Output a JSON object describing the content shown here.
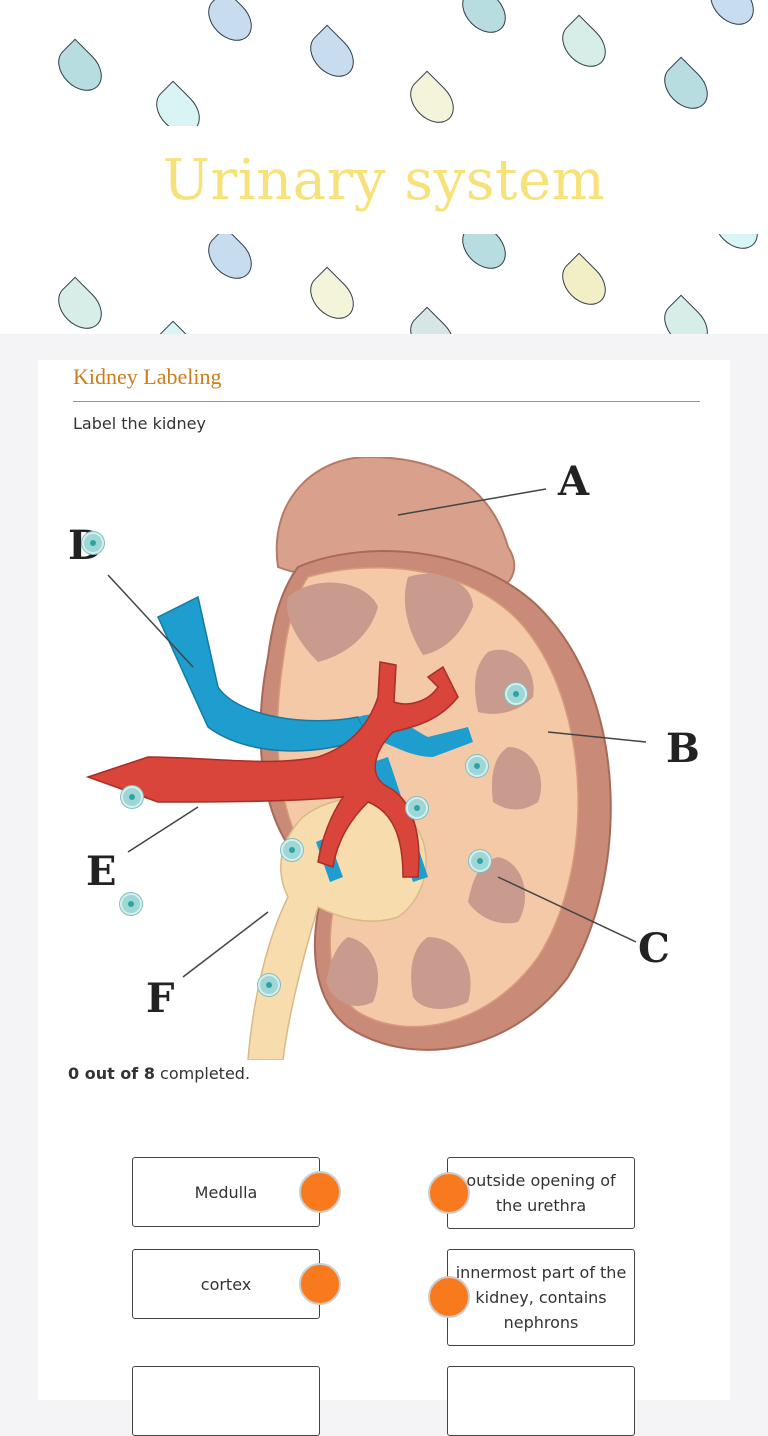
{
  "banner": {
    "title": "Urinary system"
  },
  "activity": {
    "heading": "Kidney Labeling",
    "instruction": "Label the kidney",
    "diagram_letters": [
      "A",
      "B",
      "C",
      "D",
      "E",
      "F"
    ],
    "progress": {
      "done": "0 out of 8",
      "suffix": " completed."
    }
  },
  "matching": {
    "left": [
      "Medulla",
      "cortex",
      ""
    ],
    "right": [
      "outside opening of the urethra",
      "innermost part of the kidney, contains nephrons",
      ""
    ]
  },
  "colors": {
    "connector": "#f97a1c",
    "hotspot": "#2fa3a3",
    "heading": "#cc7d1b",
    "title": "#f7e27a"
  }
}
